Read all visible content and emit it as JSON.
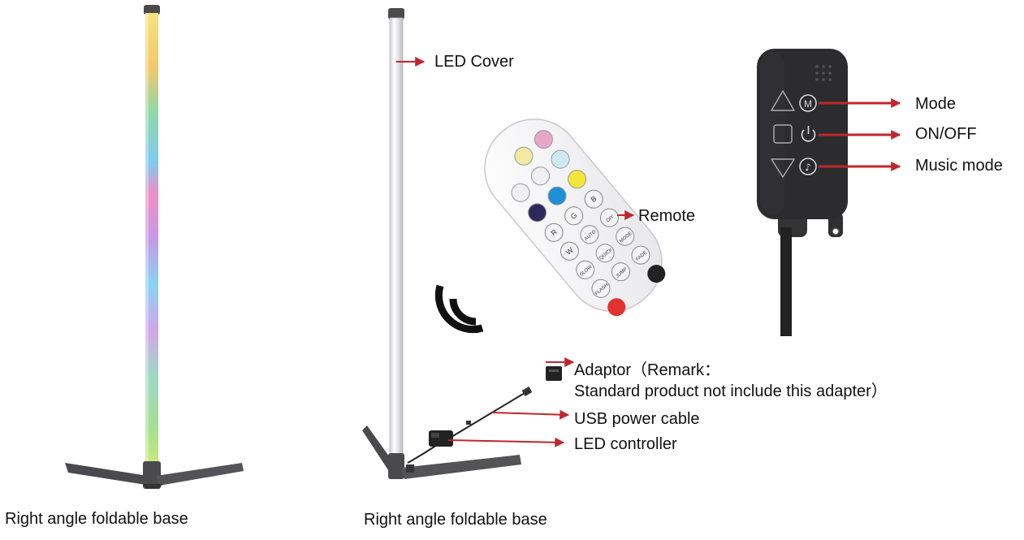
{
  "captions": {
    "left_base": "Right angle foldable base",
    "middle_base": "Right angle foldable base"
  },
  "callouts": {
    "led_cover": "LED Cover",
    "remote": "Remote",
    "adaptor_line1": "Adaptor（Remark：",
    "adaptor_line2": "Standard product not include this adapter）",
    "usb_power_cable": "USB power cable",
    "led_controller": "LED controller",
    "mode": "Mode",
    "on_off": "ON/OFF",
    "music_mode": "Music mode"
  },
  "controller_icons": {
    "mode_symbol": "M",
    "music_symbol": "♪"
  },
  "remote_keys": [
    "R",
    "G",
    "B",
    "W",
    "AUTO",
    "DIY",
    "SLOW",
    "QUICK",
    "MODE",
    "FLASH",
    "JUMP",
    "FADE"
  ],
  "colors": {
    "arrow": "#c0272d",
    "controller_body": "#2c2c2e",
    "pole_metal": "#4a4a4c"
  }
}
